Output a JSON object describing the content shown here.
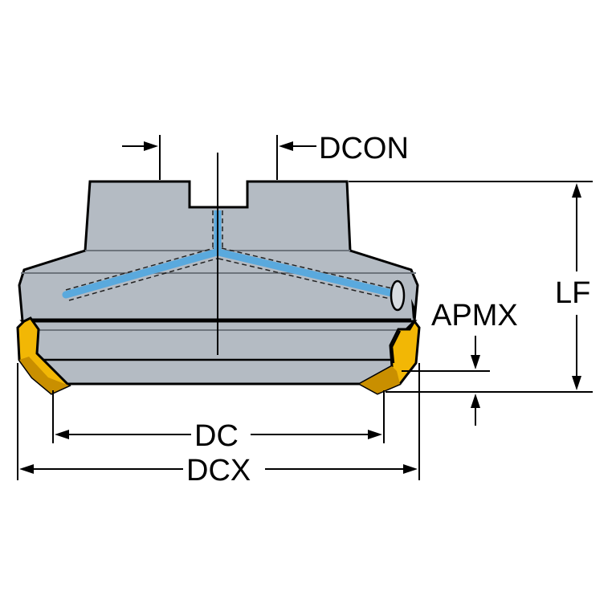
{
  "labels": {
    "dcon": "DCON",
    "lf": "LF",
    "apmx": "APMX",
    "dc": "DC",
    "dcx": "DCX"
  },
  "colors": {
    "body": "#b4bbc3",
    "body_dark": "#9ea6af",
    "outline": "#000000",
    "coolant": "#5aa9dd",
    "insert": "#f2b705",
    "insert_dark": "#c98f00",
    "dimension": "#000000"
  },
  "icons": {
    "tool": "face-mill-cutter-body",
    "insert": "cutting-insert",
    "coolant": "coolant-channel"
  }
}
